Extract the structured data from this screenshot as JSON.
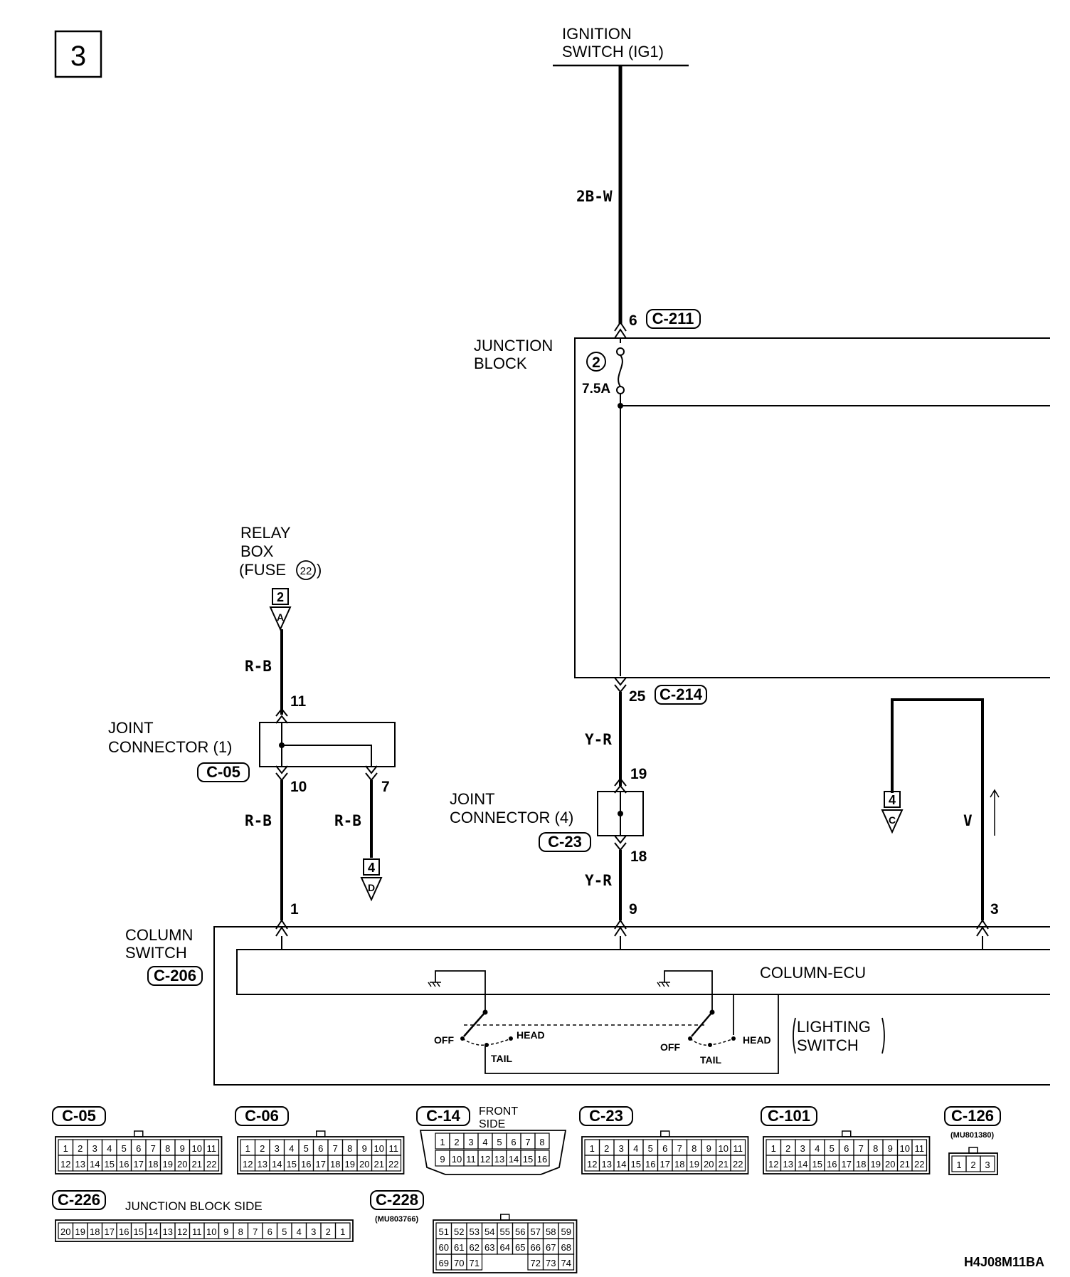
{
  "page_number": "3",
  "ignition": {
    "line1": "IGNITION",
    "line2": "SWITCH (IG1)"
  },
  "wire_2bw": "2B-W",
  "junction_block": {
    "line1": "JUNCTION",
    "line2": "BLOCK",
    "fuse_number": "2",
    "fuse_rating": "7.5A",
    "top_pin": "6",
    "top_connector": "C-211",
    "bottom_pin": "25",
    "bottom_connector": "C-214"
  },
  "relay_box": {
    "line1": "RELAY",
    "line2": "BOX",
    "line3": "(FUSE",
    "fuse_number": "22",
    "line3_end": ")",
    "ref_page": "2",
    "ref_letter": "A"
  },
  "wire_rb": "R-B",
  "joint1": {
    "line1": "JOINT",
    "line2": "CONNECTOR (1)",
    "connector": "C-05",
    "pin_in": "11",
    "pin_out": "10",
    "pin_branch": "7"
  },
  "ref_d": {
    "page": "4",
    "letter": "D"
  },
  "wire_yr": "Y-R",
  "joint4": {
    "line1": "JOINT",
    "line2": "CONNECTOR (4)",
    "connector": "C-23",
    "pin_in": "19",
    "pin_out": "18"
  },
  "ref_c": {
    "page": "4",
    "letter": "C"
  },
  "wire_v": "V",
  "column_switch": {
    "line1": "COLUMN",
    "line2": "SWITCH",
    "connector": "C-206",
    "pin_1": "1",
    "pin_9": "9",
    "pin_3": "3",
    "ecu_label": "COLUMN-ECU",
    "lighting_line1": "LIGHTING",
    "lighting_line2": "SWITCH",
    "off": "OFF",
    "tail": "TAIL",
    "head": "HEAD"
  },
  "connectors": {
    "c05": "C-05",
    "c06": "C-06",
    "c14": "C-14",
    "c14_note1": "FRONT",
    "c14_note2": "SIDE",
    "c23": "C-23",
    "c101": "C-101",
    "c126": "C-126",
    "c126_part": "(MU801380)",
    "c226": "C-226",
    "c226_note": "JUNCTION BLOCK SIDE",
    "c228": "C-228",
    "c228_part": "(MU803766)"
  },
  "pins22_top": [
    "1",
    "2",
    "3",
    "4",
    "5",
    "6",
    "7",
    "8",
    "9",
    "10",
    "11"
  ],
  "pins22_bottom": [
    "12",
    "13",
    "14",
    "15",
    "16",
    "17",
    "18",
    "19",
    "20",
    "21",
    "22"
  ],
  "pins16_top": [
    "1",
    "2",
    "3",
    "4",
    "5",
    "6",
    "7",
    "8"
  ],
  "pins16_bottom": [
    "9",
    "10",
    "11",
    "12",
    "13",
    "14",
    "15",
    "16"
  ],
  "pins3": [
    "1",
    "2",
    "3"
  ],
  "pins20": [
    "20",
    "19",
    "18",
    "17",
    "16",
    "15",
    "14",
    "13",
    "12",
    "11",
    "10",
    "9",
    "8",
    "7",
    "6",
    "5",
    "4",
    "3",
    "2",
    "1"
  ],
  "pins228_row1": [
    "51",
    "52",
    "53",
    "54",
    "55",
    "56",
    "57",
    "58",
    "59"
  ],
  "pins228_row2": [
    "60",
    "61",
    "62",
    "63",
    "64",
    "65",
    "66",
    "67",
    "68"
  ],
  "pins228_row3": [
    "69",
    "70",
    "71",
    "",
    "",
    "",
    "72",
    "73",
    "74"
  ],
  "figure_code": "H4J08M11BA"
}
